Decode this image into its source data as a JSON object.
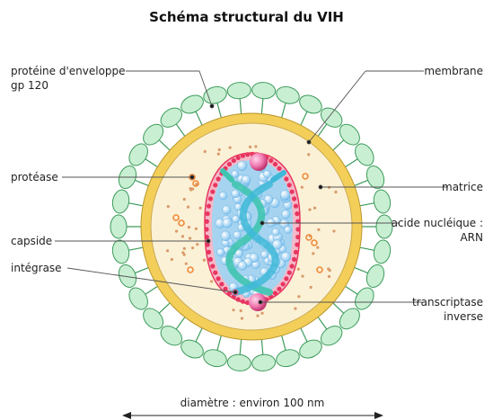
{
  "title": "Schéma structural du VIH",
  "labels": {
    "gp120_line1": "protéine d'enveloppe",
    "gp120_line2": "gp 120",
    "membrane": "membrane",
    "protease": "protéase",
    "matrice": "matrice",
    "capside": "capside",
    "acide_line1": "acide nucléique :",
    "acide_line2": "ARN",
    "integrase": "intégrase",
    "transcriptase_line1": "transcriptase",
    "transcriptase_line2": "inverse"
  },
  "diameter_label": "diamètre : environ 100 nm",
  "colors": {
    "envelope_bead": "#c9efd3",
    "envelope_stroke": "#3d9b5b",
    "membrane": "#f3cf5a",
    "matrix": "#fbf1d6",
    "capsid_outer": "#e8355f",
    "capsid_inner": "#a6d4f0",
    "rna": "#40c4b0",
    "enzyme": "#e25b8e",
    "protease": "#ef8a3a"
  }
}
